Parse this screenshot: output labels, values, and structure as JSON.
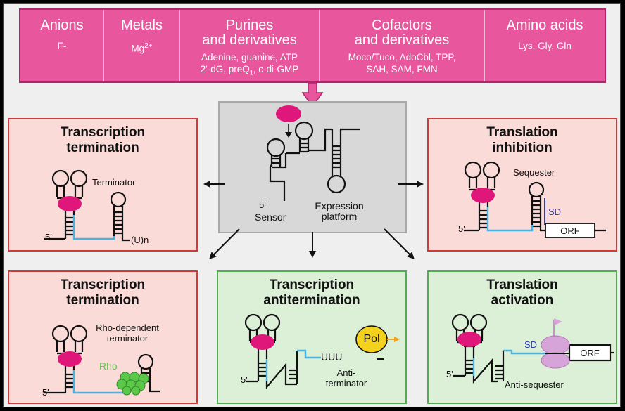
{
  "ligands": [
    {
      "title": "Anions",
      "items": [
        "F-"
      ]
    },
    {
      "title": "Metals",
      "items": [
        "Mg2+"
      ]
    },
    {
      "title": "Purines and derivatives",
      "title_lines": [
        "Purines",
        "and derivatives"
      ],
      "items": [
        "Adenine, guanine, ATP",
        "2'-dG, preQ1, c-di-GMP"
      ]
    },
    {
      "title": "Cofactors and derivatives",
      "title_lines": [
        "Cofactors",
        "and derivatives"
      ],
      "items": [
        "Moco/Tuco, AdoCbl, TPP,",
        "SAH, SAM, FMN"
      ]
    },
    {
      "title": "Amino acids",
      "items": [
        "Lys, Gly, Gln"
      ]
    }
  ],
  "metals_text": {
    "base": "Mg",
    "sup": "2+"
  },
  "preq_text": {
    "pre": "2'-dG, preQ",
    "sub": "1",
    "post": ", c-di-GMP"
  },
  "center": {
    "five_prime": "5'",
    "sensor": "Sensor",
    "expression_line1": "Expression",
    "expression_line2": "platform"
  },
  "panels": {
    "tt1": {
      "title_line1": "Transcription",
      "title_line2": "termination",
      "terminator": "Terminator",
      "five_prime": "5'",
      "polyu": "(U)n"
    },
    "ti": {
      "title_line1": "Translation",
      "title_line2": "inhibition",
      "sequester": "Sequester",
      "sd": "SD",
      "five_prime": "5'",
      "orf": "ORF"
    },
    "tt2": {
      "title_line1": "Transcription",
      "title_line2": "termination",
      "rho_dep_line1": "Rho-dependent",
      "rho_dep_line2": "terminator",
      "rho": "Rho",
      "five_prime": "5'"
    },
    "ta": {
      "title_line1": "Transcription",
      "title_line2": "antitermination",
      "uuu": "UUU",
      "pol": "Pol",
      "anti_line1": "Anti-",
      "anti_line2": "terminator",
      "five_prime": "5'"
    },
    "tla": {
      "title_line1": "Translation",
      "title_line2": "activation",
      "sd": "SD",
      "orf": "ORF",
      "anti_sequester": "Anti-sequester",
      "five_prime": "5'"
    }
  },
  "colors": {
    "ligand_bar": "#e8569e",
    "ligand": "#e0177a",
    "red_panel": "#fadbd7",
    "green_panel": "#dcefd7",
    "grey_panel": "#d8d8d8",
    "blue_line": "#49b2e0",
    "sd_text": "#2f3fb8",
    "rho": "#5cc84a",
    "pol": "#f3d11c",
    "ribosome": "#d7a4d9"
  }
}
